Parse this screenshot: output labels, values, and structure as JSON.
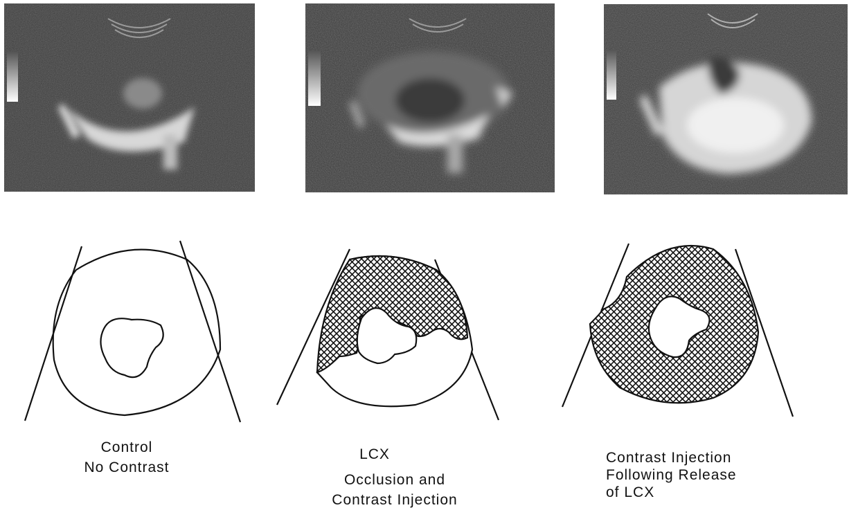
{
  "figure": {
    "panels": [
      {
        "caption_lines": [
          "Control",
          "No Contrast"
        ]
      },
      {
        "caption_lines": [
          "LCX",
          "Occlusion and",
          "Contrast Injection"
        ]
      },
      {
        "caption_lines": [
          "Contrast Injection",
          "Following Release",
          "of LCX"
        ]
      }
    ]
  },
  "colors": {
    "echo_background": "#3a3a3a",
    "echo_bright": "#f2f2f2",
    "ink": "#111111",
    "paper": "#ffffff"
  }
}
